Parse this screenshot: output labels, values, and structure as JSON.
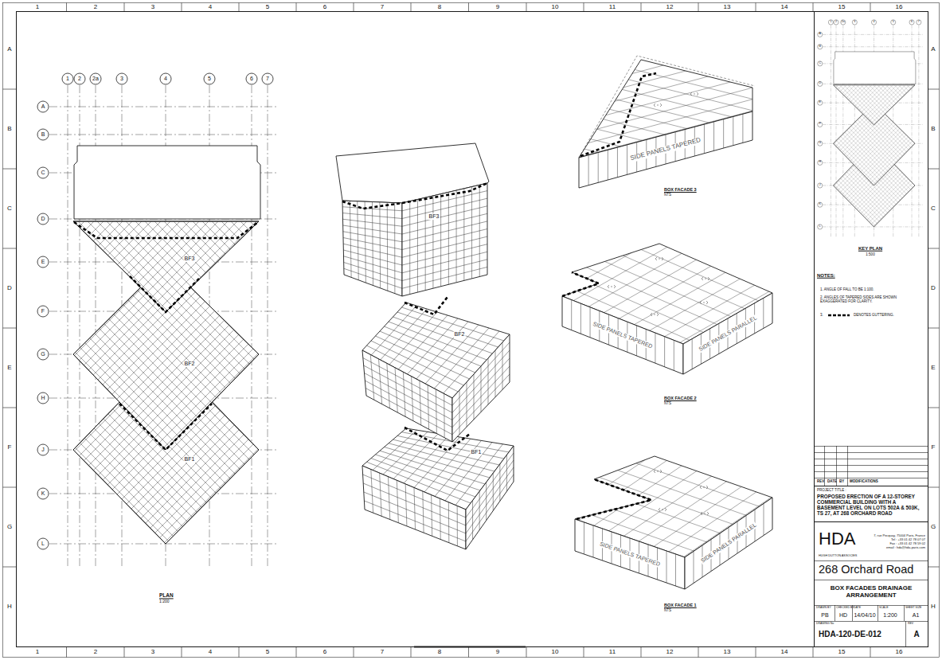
{
  "diagram": {
    "labels": [
      "1",
      "2",
      "3",
      "4",
      "5",
      "6",
      "7",
      "8",
      "9",
      "10",
      "11",
      "12",
      "13",
      "14",
      "15",
      "16",
      "1",
      "2",
      "3",
      "4",
      "5",
      "6",
      "7",
      "8",
      "9",
      "10",
      "11",
      "12",
      "13",
      "14",
      "15",
      "16",
      "A",
      "B",
      "C",
      "D",
      "E",
      "F",
      "G",
      "H",
      "A",
      "B",
      "C",
      "D",
      "E",
      "F",
      "G",
      "H",
      "1",
      "2",
      "2a",
      "3",
      "4",
      "5",
      "6",
      "7",
      "A",
      "B",
      "C",
      "D",
      "E",
      "F",
      "G",
      "H",
      "J",
      "K",
      "L",
      "BF3",
      "BF2",
      "BF1",
      "PLAN",
      "1:200",
      "BF3",
      "BF2",
      "BF1",
      "SIDE PANELS TAPERED",
      "BOX FACADE 3",
      "NTS",
      "SIDE PANELS TAPERED",
      "SIDE PANELS PARALLEL",
      "BOX FACADE 2",
      "NTS",
      "SIDE PANELS TAPERED",
      "SIDE PANELS PARALLEL",
      "BOX FACADE 1",
      "NTS",
      "1",
      "2",
      "2a",
      "3",
      "4",
      "5",
      "6",
      "7",
      "A",
      "B",
      "C",
      "D",
      "E",
      "F",
      "G",
      "H",
      "J",
      "K",
      "L",
      "KEY PLAN",
      "1:500",
      "NOTES:",
      "1. ANGLE OF FALL TO BE 1:100.",
      "2. ANGLES OF TAPERED SIDES ARE SHOWN EXAGGERATED FOR CLARITY.",
      "3.",
      "DENOTES GUTTERING.",
      "REV",
      "DATE",
      "BY",
      "MODIFICATIONS",
      "PROJECT TITLE :",
      "PROPOSED ERECTION OF A 12-STOREY COMMERCIAL BUILDING WITH A BASEMENT LEVEL ON LOTS 502A & 503K, TS 27, AT 268 ORCHARD ROAD",
      "HDA",
      "HUGH DUTTON ASSOCIES",
      "7, rue Pecquay, 75004 Paris, France",
      "Tel : +33 01 42 78 07 07",
      "Fax : +33 01 42 78 59 02",
      "email : hda@hda-paris.com",
      "268 Orchard Road",
      "BOX FACADES DRAINAGE ARRANGEMENT",
      "DRAWN BY",
      "CHECKED BY",
      "DATE",
      "SCALE",
      "SHEET SIZE",
      "PB",
      "HD",
      "14/04/10",
      "1:200",
      "A1",
      "DRAWING No",
      "HDA-120-DE-012",
      "REV",
      "A"
    ]
  }
}
